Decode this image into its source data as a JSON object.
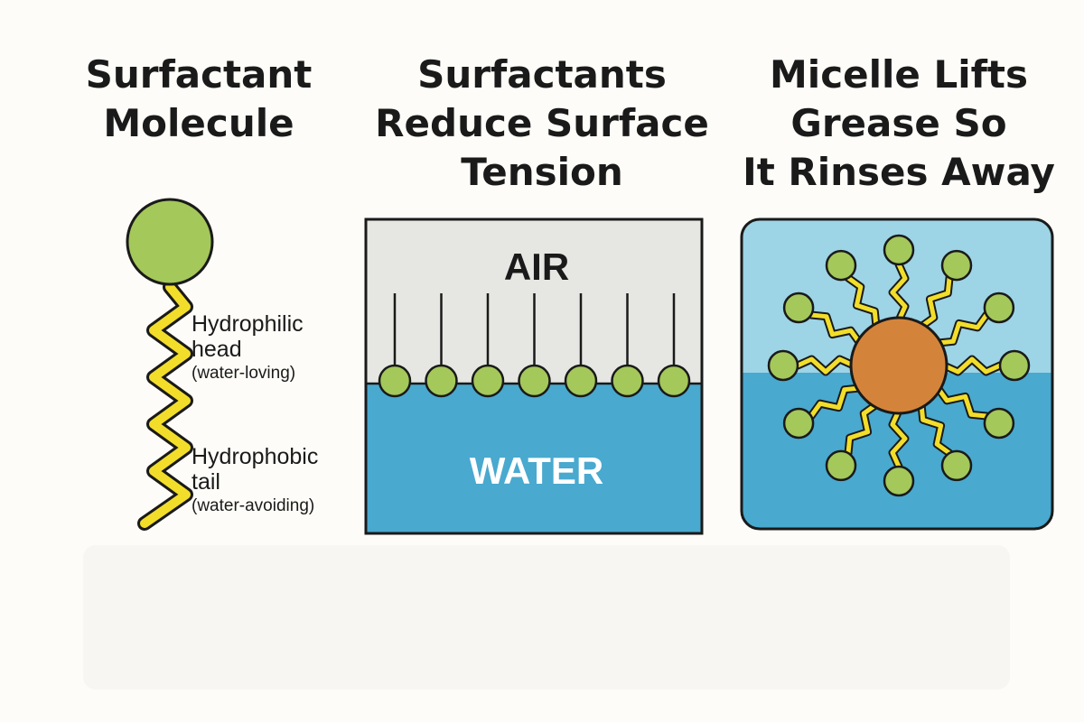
{
  "panels": [
    {
      "title_lines": [
        "Surfactant",
        "Molecule"
      ],
      "head_label": "Hydrophilic",
      "head_label_2": "head",
      "head_note": "(water-loving)",
      "tail_label": "Hydrophobic",
      "tail_label_2": "tail",
      "tail_note": "(water-avoiding)"
    },
    {
      "title_lines": [
        "Surfactants",
        "Reduce Surface",
        "Tension"
      ],
      "air_label": "AIR",
      "water_label": "WATER",
      "surfactant_count": 7
    },
    {
      "title_lines": [
        "Micelle Lifts",
        "Grease So",
        "It Rinses Away"
      ],
      "micelle_arm_count": 12
    }
  ],
  "colors": {
    "head_green": "#a4c85a",
    "tail_yellow": "#f2de2a",
    "air_gray": "#e6e6e3",
    "water_blue": "#49a9cf",
    "water_light": "#9dd4e6",
    "grease_orange": "#d4843a",
    "outline": "#1a1a1a",
    "water_text": "#ffffff"
  }
}
